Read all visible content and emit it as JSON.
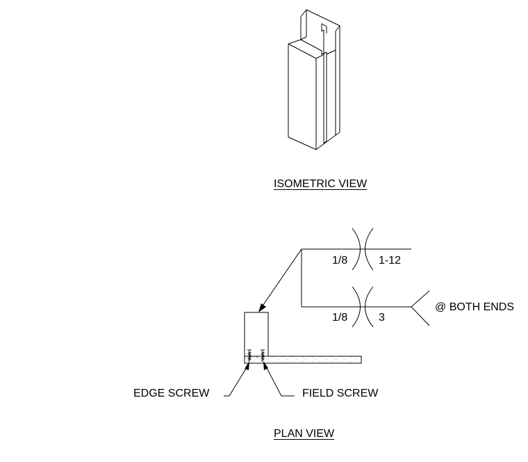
{
  "views": {
    "isometric_title": "ISOMETRIC VIEW",
    "plan_title": "PLAN VIEW"
  },
  "weld_symbol": {
    "top_left": "1/8",
    "top_right": "1-12",
    "bottom_left": "1/8",
    "bottom_right": "3",
    "tail_note": "@ BOTH ENDS"
  },
  "callouts": {
    "edge_screw": "EDGE SCREW",
    "field_screw": "FIELD SCREW"
  }
}
